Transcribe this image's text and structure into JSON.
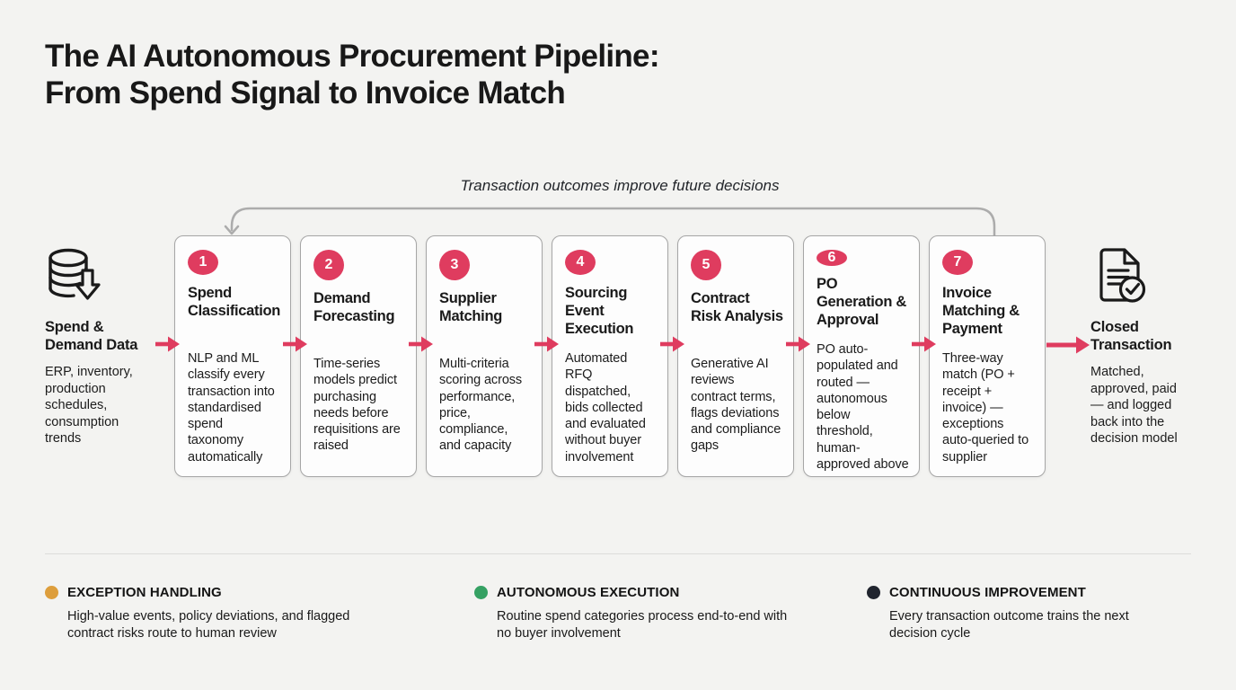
{
  "header": {
    "title_line1": "The AI Autonomous Procurement Pipeline:",
    "title_line2": "From Spend Signal to Invoice Match"
  },
  "feedback_loop": {
    "label": "Transaction outcomes improve future decisions"
  },
  "source": {
    "icon": "database-download-icon",
    "title": "Spend & Demand Data",
    "description": "ERP, inventory, production schedules, consumption trends"
  },
  "steps": [
    {
      "number": "1",
      "title": "Spend Classification",
      "description": "NLP and ML classify every transaction into standardised spend taxonomy automatically"
    },
    {
      "number": "2",
      "title": "Demand Forecasting",
      "description": "Time-series models predict purchasing needs before requisitions are raised"
    },
    {
      "number": "3",
      "title": "Supplier Matching",
      "description": "Multi-criteria scoring across performance, price, compliance, and capacity"
    },
    {
      "number": "4",
      "title": "Sourcing Event Execution",
      "description": "Automated RFQ dispatched, bids collected and evaluated without buyer involvement"
    },
    {
      "number": "5",
      "title": "Contract Risk Analysis",
      "description": "Generative AI reviews contract terms, flags deviations and compliance gaps"
    },
    {
      "number": "6",
      "title": "PO Generation & Approval",
      "description": "PO auto-populated and routed — autonomous below threshold, human-approved above"
    },
    {
      "number": "7",
      "title": "Invoice Matching & Payment",
      "description": "Three-way match (PO + receipt + invoice) — exceptions auto-queried to supplier"
    }
  ],
  "destination": {
    "icon": "document-check-icon",
    "title": "Closed Transaction",
    "description": "Matched, approved, paid — and logged back into the decision model"
  },
  "legend": [
    {
      "label": "EXCEPTION HANDLING",
      "description": "High-value events, policy deviations, and flagged contract risks route to human review",
      "dot_color": "#dd9e3c"
    },
    {
      "label": "AUTONOMOUS EXECUTION",
      "description": "Routine spend categories process end-to-end with no buyer involvement",
      "dot_color": "#35a163"
    },
    {
      "label": "CONTINUOUS IMPROVEMENT",
      "description": "Every transaction outcome trains the next decision cycle",
      "dot_color": "#20242e"
    }
  ],
  "colors": {
    "accent_arrow_badge": "#df3c5f",
    "loop_line": "#acacac",
    "background": "#f3f3f1",
    "box_border": "#a6a6a6"
  }
}
